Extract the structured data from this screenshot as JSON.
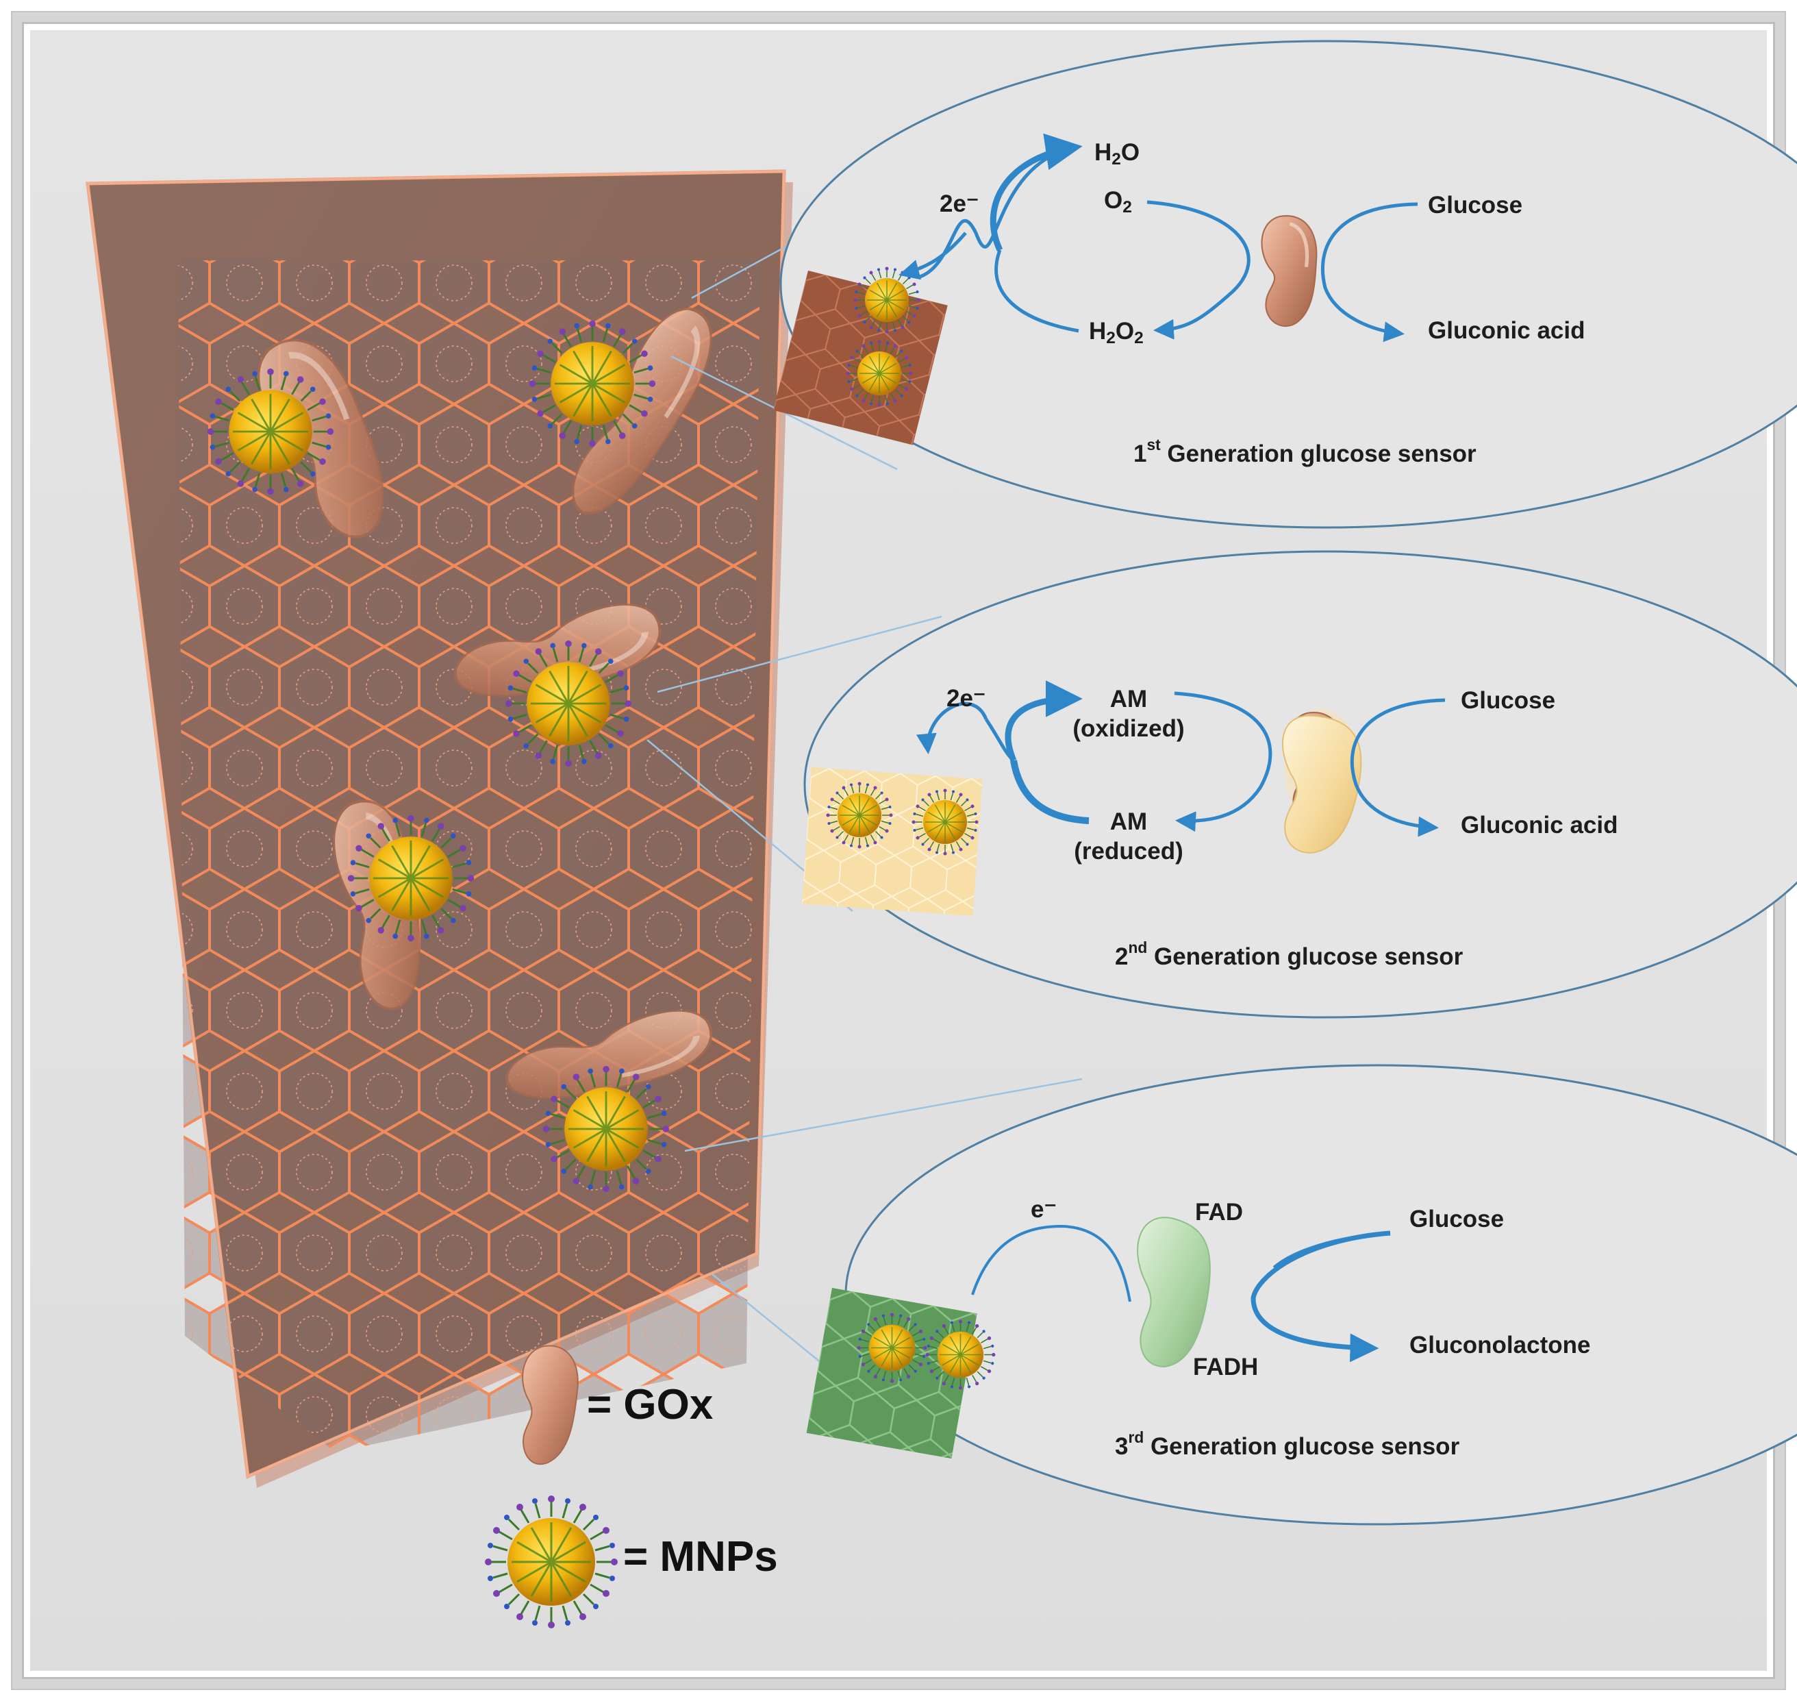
{
  "panel1": {
    "h2o": "H2O",
    "o2": "O2",
    "h2o2": "H2O2",
    "electrons": "2e⁻",
    "glucose": "Glucose",
    "gluconic_acid": "Gluconic acid",
    "caption_ord": "1",
    "caption_sup": "st",
    "caption_rest": " Generation glucose sensor"
  },
  "panel2": {
    "electrons": "2e⁻",
    "am": "AM",
    "oxidized": "(oxidized)",
    "reduced": "(reduced)",
    "glucose": "Glucose",
    "gluconic_acid": "Gluconic acid",
    "caption_ord": "2",
    "caption_sup": "nd",
    "caption_rest": " Generation glucose sensor"
  },
  "panel3": {
    "electrons": "e⁻",
    "fad": "FAD",
    "fadh": "FADH",
    "glucose": "Glucose",
    "gluconolactone": "Gluconolactone",
    "caption_ord": "3",
    "caption_sup": "rd",
    "caption_rest": " Generation glucose sensor"
  },
  "legend": {
    "gox": "= GOx",
    "mnps": "= MNPs"
  },
  "colors": {
    "background": "#e2e2e2",
    "electrode": "#8f6a5c",
    "hex_line": "#f08a5b",
    "enzyme": "#d9a184",
    "nanoparticle_core": "#f2c21a",
    "arrow": "#2f86c9",
    "panel1_square": "#9c573c",
    "panel2_square": "#f7dfa7",
    "panel3_square": "#5d9a5c"
  }
}
